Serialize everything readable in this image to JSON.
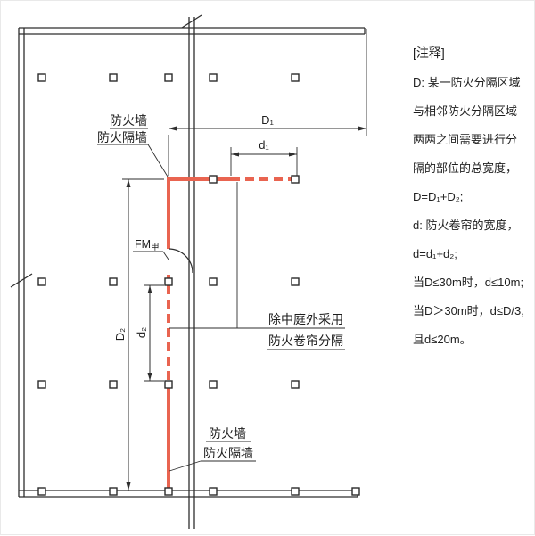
{
  "colors": {
    "fire_wall_red": "#E96450",
    "line_black": "#2E2E2E",
    "background": "#FFFFFF"
  },
  "diagram": {
    "labels": {
      "firewall_top_1": "防火墙",
      "firewall_top_2": "防火隔墙",
      "fm_prefix": "FM",
      "fm_sub": "甲",
      "shutter_1": "除中庭外采用",
      "shutter_2": "防火卷帘分隔",
      "firewall_bottom_1": "防火墙",
      "firewall_bottom_2": "防火隔墙"
    },
    "dims": {
      "D1": "D₁",
      "d1": "d₁",
      "D2": "D₂",
      "d2": "d₂"
    }
  },
  "notes": {
    "title": "[注释]",
    "lines": [
      "D: 某一防火分隔区域",
      "与相邻防火分隔区域",
      "两两之间需要进行分",
      "隔的部位的总宽度，",
      "D=D₁+D₂;",
      "d: 防火卷帘的宽度，",
      "d=d₁+d₂;",
      "当D≤30m时，d≤10m;",
      "当D＞30m时，d≤D/3,",
      "且d≤20m。"
    ]
  }
}
